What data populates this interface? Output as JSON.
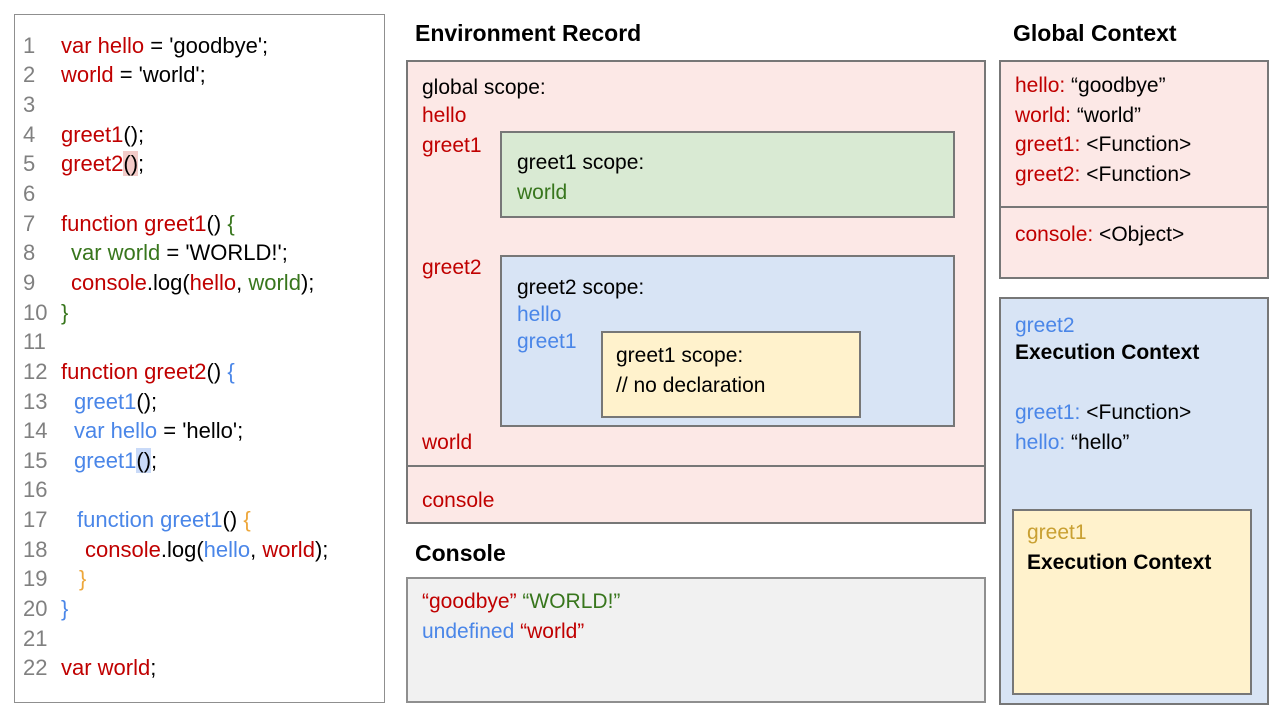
{
  "palette": {
    "k": "#000000",
    "red": "#c00000",
    "green": "#38761d",
    "blue": "#4a86e8",
    "yellow": "#eda73b",
    "gold": "#c9a032",
    "gray": "#808080"
  },
  "highlight_colors": {
    "pink": "#f3cbc8",
    "blue": "#c9daf8"
  },
  "code": {
    "lines": [
      {
        "num": "1",
        "indent": 0,
        "tokens": [
          {
            "c": "red",
            "t": "var hello"
          },
          {
            "c": "k",
            "t": " = 'goodbye';"
          }
        ]
      },
      {
        "num": "2",
        "indent": 0,
        "tokens": [
          {
            "c": "red",
            "t": "world"
          },
          {
            "c": "k",
            "t": " = 'world';"
          }
        ]
      },
      {
        "num": "3",
        "indent": 0,
        "tokens": []
      },
      {
        "num": "4",
        "indent": 0,
        "tokens": [
          {
            "c": "red",
            "t": "greet1"
          },
          {
            "c": "k",
            "t": "();"
          }
        ]
      },
      {
        "num": "5",
        "indent": 0,
        "tokens": [
          {
            "c": "red",
            "t": "greet2"
          },
          {
            "c": "k",
            "t": "()",
            "hl": "pink"
          },
          {
            "c": "k",
            "t": ";"
          }
        ]
      },
      {
        "num": "6",
        "indent": 0,
        "tokens": []
      },
      {
        "num": "7",
        "indent": 0,
        "tokens": [
          {
            "c": "red",
            "t": "function greet1"
          },
          {
            "c": "k",
            "t": "() "
          },
          {
            "c": "green",
            "t": "{"
          }
        ]
      },
      {
        "num": "8",
        "indent": 10,
        "tokens": [
          {
            "c": "green",
            "t": "var world"
          },
          {
            "c": "k",
            "t": " = 'WORLD!';"
          }
        ]
      },
      {
        "num": "9",
        "indent": 10,
        "tokens": [
          {
            "c": "red",
            "t": "console"
          },
          {
            "c": "k",
            "t": ".log("
          },
          {
            "c": "red",
            "t": "hello"
          },
          {
            "c": "k",
            "t": ", "
          },
          {
            "c": "green",
            "t": "world"
          },
          {
            "c": "k",
            "t": ");"
          }
        ]
      },
      {
        "num": "10",
        "indent": 0,
        "tokens": [
          {
            "c": "green",
            "t": "}"
          }
        ]
      },
      {
        "num": "11",
        "indent": 0,
        "tokens": []
      },
      {
        "num": "12",
        "indent": 0,
        "tokens": [
          {
            "c": "red",
            "t": "function greet2"
          },
          {
            "c": "k",
            "t": "() "
          },
          {
            "c": "blue",
            "t": "{"
          }
        ]
      },
      {
        "num": "13",
        "indent": 13,
        "tokens": [
          {
            "c": "blue",
            "t": "greet1"
          },
          {
            "c": "k",
            "t": "();"
          }
        ]
      },
      {
        "num": "14",
        "indent": 13,
        "tokens": [
          {
            "c": "blue",
            "t": "var hello"
          },
          {
            "c": "k",
            "t": " = 'hello';"
          }
        ]
      },
      {
        "num": "15",
        "indent": 13,
        "tokens": [
          {
            "c": "blue",
            "t": "greet1"
          },
          {
            "c": "k",
            "t": "()",
            "hl": "blue"
          },
          {
            "c": "k",
            "t": ";"
          }
        ]
      },
      {
        "num": "16",
        "indent": 0,
        "tokens": []
      },
      {
        "num": "17",
        "indent": 16,
        "tokens": [
          {
            "c": "blue",
            "t": "function greet1"
          },
          {
            "c": "k",
            "t": "() "
          },
          {
            "c": "yellow",
            "t": "{"
          }
        ]
      },
      {
        "num": "18",
        "indent": 24,
        "tokens": [
          {
            "c": "red",
            "t": "console"
          },
          {
            "c": "k",
            "t": ".log("
          },
          {
            "c": "blue",
            "t": "hello"
          },
          {
            "c": "k",
            "t": ", "
          },
          {
            "c": "red",
            "t": "world"
          },
          {
            "c": "k",
            "t": ");"
          }
        ]
      },
      {
        "num": "19",
        "indent": 18,
        "tokens": [
          {
            "c": "yellow",
            "t": "}"
          }
        ]
      },
      {
        "num": "20",
        "indent": 0,
        "tokens": [
          {
            "c": "blue",
            "t": "}"
          }
        ]
      },
      {
        "num": "21",
        "indent": 0,
        "tokens": []
      },
      {
        "num": "22",
        "indent": 0,
        "tokens": [
          {
            "c": "red",
            "t": "var world"
          },
          {
            "c": "k",
            "t": ";"
          }
        ]
      }
    ]
  },
  "environment_record": {
    "title": "Environment Record",
    "global_scope_label": [
      {
        "c": "k",
        "t": "global scope:"
      }
    ],
    "hello": [
      {
        "c": "red",
        "t": "hello"
      }
    ],
    "greet1": [
      {
        "c": "red",
        "t": "greet1"
      }
    ],
    "greet2": [
      {
        "c": "red",
        "t": "greet2"
      }
    ],
    "world": [
      {
        "c": "red",
        "t": "world"
      }
    ],
    "console_entry": [
      {
        "c": "red",
        "t": "console"
      }
    ],
    "greet1_scope": {
      "label": [
        {
          "c": "k",
          "t": "greet1 scope:"
        }
      ],
      "world": [
        {
          "c": "green",
          "t": "world"
        }
      ]
    },
    "greet2_scope": {
      "label": [
        {
          "c": "k",
          "t": "greet2 scope:"
        }
      ],
      "hello": [
        {
          "c": "blue",
          "t": "hello"
        }
      ],
      "greet1": [
        {
          "c": "blue",
          "t": "greet1"
        }
      ],
      "greet1_scope": {
        "label": [
          {
            "c": "k",
            "t": "greet1 scope:"
          }
        ],
        "comment": [
          {
            "c": "k",
            "t": "// no declaration"
          }
        ]
      }
    }
  },
  "console_panel": {
    "title": "Console",
    "lines": [
      [
        {
          "c": "red",
          "t": "“goodbye”"
        },
        {
          "c": "k",
          "t": " "
        },
        {
          "c": "green",
          "t": "“WORLD!”"
        }
      ],
      [
        {
          "c": "blue",
          "t": "undefined"
        },
        {
          "c": "k",
          "t": " "
        },
        {
          "c": "red",
          "t": "“world”"
        }
      ]
    ]
  },
  "global_context": {
    "title": "Global Context",
    "vars": [
      [
        {
          "c": "red",
          "t": "hello:"
        },
        {
          "c": "k",
          "t": " “goodbye”"
        }
      ],
      [
        {
          "c": "red",
          "t": "world:"
        },
        {
          "c": "k",
          "t": " “world”"
        }
      ],
      [
        {
          "c": "red",
          "t": "greet1:"
        },
        {
          "c": "k",
          "t": " <Function>"
        }
      ],
      [
        {
          "c": "red",
          "t": "greet2:"
        },
        {
          "c": "k",
          "t": " <Function>"
        }
      ]
    ],
    "console_line": [
      {
        "c": "red",
        "t": "console:"
      },
      {
        "c": "k",
        "t": " <Object>"
      }
    ]
  },
  "greet2_execution_context": {
    "name": [
      {
        "c": "blue",
        "t": "greet2"
      }
    ],
    "label": [
      {
        "c": "k",
        "t": "Execution Context",
        "b": true
      }
    ],
    "vars": [
      [
        {
          "c": "blue",
          "t": "greet1:"
        },
        {
          "c": "k",
          "t": " <Function>"
        }
      ],
      [
        {
          "c": "blue",
          "t": "hello:"
        },
        {
          "c": "k",
          "t": " “hello”"
        }
      ]
    ],
    "greet1_execution_context": {
      "name": [
        {
          "c": "gold",
          "t": "greet1"
        }
      ],
      "label": [
        {
          "c": "k",
          "t": "Execution Context",
          "b": true
        }
      ]
    }
  }
}
